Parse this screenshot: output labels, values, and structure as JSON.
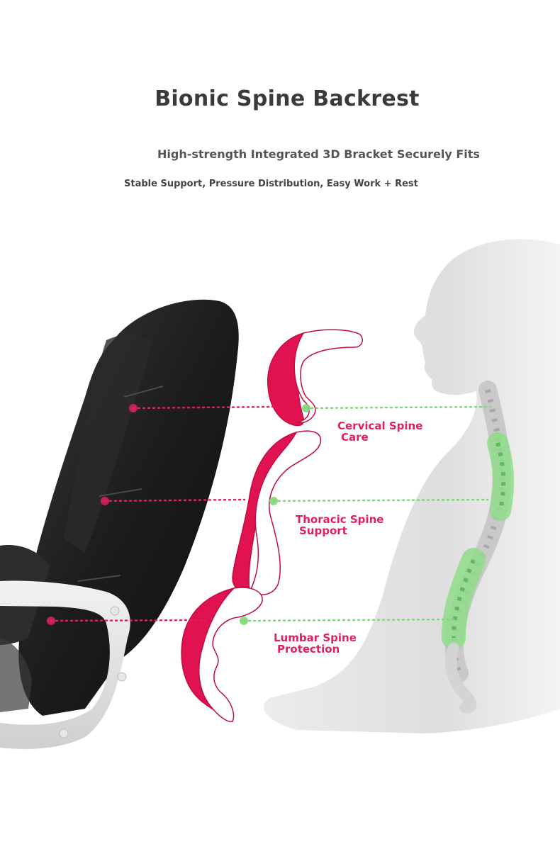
{
  "header": {
    "title": "Bionic Spine Backrest",
    "subtitle": "High-strength Integrated 3D Bracket Securely Fits",
    "tagline": "Stable Support, Pressure Distribution, Easy Work + Rest"
  },
  "features": [
    {
      "line1": "Cervical Spine",
      "line2": "Care"
    },
    {
      "line1": "Thoracic Spine",
      "line2": "Support"
    },
    {
      "line1": "Lumbar Spine",
      "line2": "Protection"
    }
  ],
  "colors": {
    "accent": "#e0225c",
    "guide_green": "#7ed67a",
    "title": "#3a3a3a"
  },
  "illustration": {
    "chair_icon": "office-chair-icon",
    "body_icon": "human-silhouette-icon",
    "spine_icon": "spine-icon"
  }
}
